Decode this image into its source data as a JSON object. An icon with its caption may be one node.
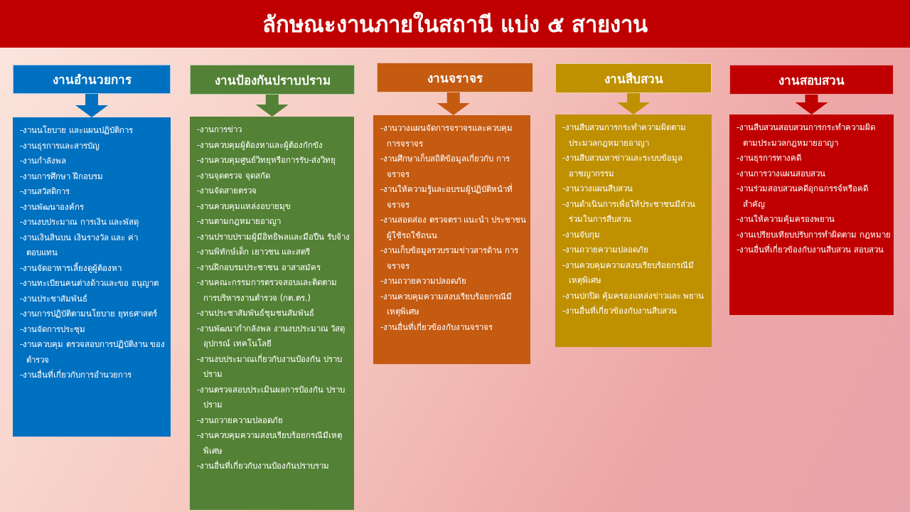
{
  "diagram": {
    "title": "ลักษณะงานภายในสถานี แบ่ง ๕ สายงาน",
    "nodes": [
      {
        "text": [
          "งานอำนวยการ"
        ]
      },
      {
        "text": [
          "-งานนโยบาย และแผนปฏิบัติการ",
          "-งานธุรการและสารบัญ",
          "-งานกำลังพล",
          "-งานการศึกษา ฝึกอบรม",
          "-งานสวัสดิการ",
          "-งานพัฒนาองค์กร",
          "-งานงบประมาณ การเงิน และพัสดุ",
          "-งานเงินสินบน เงินรางวัล และ ค่าตอบแทน",
          "-งานจัดอาหารเลี้ยงดูผู้ต้องหา",
          "-งานทะเบียนคนต่างด้าวและขอ อนุญาต",
          "-งานประชาสัมพันธ์",
          "-งานการปฏิบัติตามนโยบาย ยุทธศาสตร์",
          "-งานจัดการประชุม",
          "-งานควบคุม ตรวจสอบการปฏิบัติงาน ของตำรวจ",
          "-งานอื่นที่เกี่ยวกับการอำนวยการ"
        ]
      },
      {
        "text": [
          "งานป้องกันปราบปราม"
        ]
      },
      {
        "text": [
          "-งานการข่าว",
          "-งานควบคุมผู้ต้องหาและผู้ต้องกักขัง",
          "-งานควบคุมศูนย์วิทยุหรือการรับ-ส่งวิทยุ",
          "-งานจุดตรวจ จุดสกัด",
          "-งานจัดสายตรวจ",
          "-งานควบคุมแหล่งอบายมุข",
          "-งานตามกฎหมายอาญา",
          "-งานปราบปรามผู้มีอิทธิพลและมือปืน รับจ้าง",
          "-งานพิทักษ์เด็ก เยาวชน และสตรี",
          "-งานฝึกอบรมประชาชน อาสาสมัคร",
          "-งานคณะกรรมการตรวจสอบและติดตาม การบริหารงานตำรวจ (กต.ตร.)",
          "-งานประชาสัมพันธ์ชุมชนสัมพันธ์",
          "-งานพัฒนากำกลังพล งานงบประมาณ วัสดุอุปกรณ์ เทคโนโลยี",
          "-งานงบประมาณเกี่ยวกับงานป้องกัน ปราบปราม",
          "-งานตรวจสอบประเมินผลการป้องกัน ปราบปราม",
          "-งานถวายความปลอดภัย",
          "-งานควบคุมความสงบเรียบร้อยกรณีมีเหตุ พิเศษ",
          "-งานอื่นที่เกี่ยวกับงานป้องกันปราบราม"
        ]
      },
      {
        "text": [
          "งานจราจร"
        ]
      },
      {
        "text": [
          "-งานวางแผนจัดการจราจรและควบคุม การจราจร",
          "-งานศึกษาเก็บสถิติข้อมูลเกี่ยวกับ การจราจร",
          "-งานให้ความรู้และอบรมผู้ปฏิบัติหน้าที่ จราจร",
          "-งานสอดส่อง ตรวจตรา แนะนำ ประชาชนผู้ใช้รถใช้ถนน",
          "-งานเก็บข้อมูลรวบรวมข่าวสารด้าน การจราจร",
          "-งานถวายความปลอดภัย",
          "-งานควบคุมความสงบเรียบร้อยกรณีมี เหตุพิเศษ",
          "-งานอื่นที่เกี่ยวข้องกับงานจราจร"
        ]
      },
      {
        "text": [
          "งานสืบสวน"
        ]
      },
      {
        "text": [
          "-งานสืบสวนการกระทำความผิดตาม ประมวลกฎหมายอาญา",
          "-งานสืบสวนหาข่าวและระบบข้อมูล อาชญากรรม",
          "-งานวางแผนสืบสวน",
          "-งานดำเนินการเพื่อให้ประชาชนมีส่วน ร่วมในการสืบสวน",
          "-งานจับกุม",
          "-งานถวายความปลอดภัย",
          "-งานควบคุมความสงบเรียบร้อยกรณีมี เหตุพิเศษ",
          "-งานปกปิด คุ้มครองแหล่งข่าวและ พยาน",
          "-งานอื่นที่เกี่ยวข้องกับงานสืบสวน"
        ]
      },
      {
        "text": [
          "งานสอบสวน"
        ]
      },
      {
        "text": [
          "-งานสืบสวนสอบสวนการกระทำความผิด ตามประมวลกฎหมายอาญา",
          "-งานธุรการทางคดี",
          "-งานการวางแผนสอบสวน",
          "-งานร่วมสอบสวนคดีอุกฉกรรจ์หรือคดี สำคัญ",
          "-งานให้ความคุ้มครองพยาน",
          "-งานเปรียบเทียบปรับการทำผิดตาม กฎหมาย",
          "-งานอื่นที่เกี่ยวข้องกับงานสืบสวน สอบสวน"
        ]
      }
    ],
    "edges": [
      {
        "from": 0,
        "to": 1,
        "arrow": "to",
        "color": "#0070c0"
      },
      {
        "from": 2,
        "to": 3,
        "arrow": "to",
        "color": "#538135"
      },
      {
        "from": 4,
        "to": 5,
        "arrow": "to",
        "color": "#c55a11"
      },
      {
        "from": 6,
        "to": 7,
        "arrow": "to",
        "color": "#bf9000"
      },
      {
        "from": 8,
        "to": 9,
        "arrow": "to",
        "color": "#c00000"
      }
    ]
  }
}
